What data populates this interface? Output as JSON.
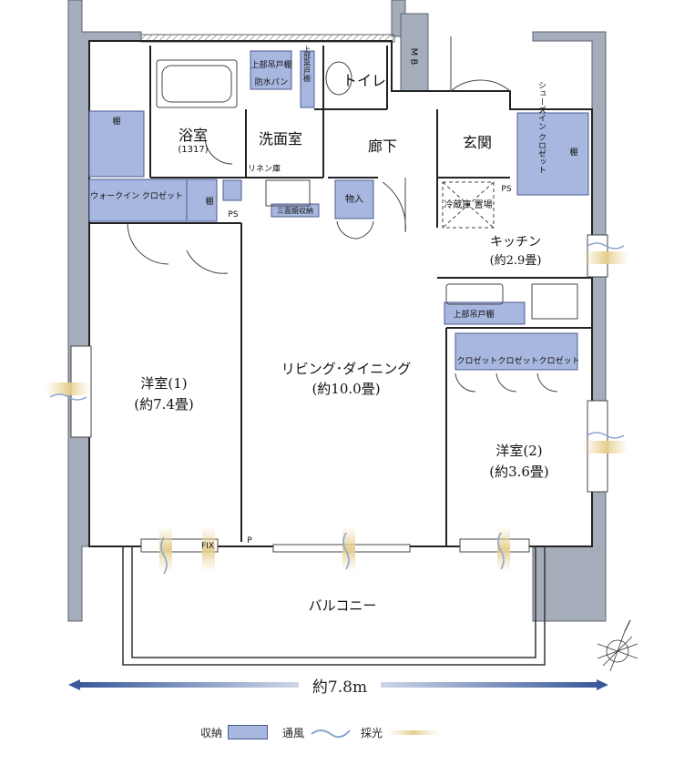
{
  "rooms": {
    "bath": "浴室",
    "bath_size": "(1317)",
    "washroom": "洗面室",
    "toilet": "トイレ",
    "corridor": "廊下",
    "entrance": "玄関",
    "kitchen": "キッチン",
    "kitchen_size": "(約2.9畳)",
    "living": "リビング･ダイニング",
    "living_size": "(約10.0畳)",
    "bedroom1": "洋室(1)",
    "bedroom1_size": "(約7.4畳)",
    "bedroom2": "洋室(2)",
    "bedroom2_size": "(約3.6畳)",
    "balcony": "バルコニー"
  },
  "storage": {
    "upper_cabinet": "上部吊戸棚",
    "waterproof_pan": "防水パン",
    "toilet_shelf": "上部吊戸棚",
    "shelf": "棚",
    "walk_in_closet": "ウォークイン クロゼット",
    "linen": "リネン庫",
    "three_sided_mirror": "三面鏡収納",
    "storage_room": "物入",
    "shoes_in_closet": "シューズイン クロゼット",
    "fridge": "冷蔵庫 置場",
    "kitchen_upper": "上部吊戸棚",
    "closet": "クロゼット"
  },
  "labels": {
    "mb": "M B",
    "ps": "PS",
    "fix": "FIX",
    "p": "P"
  },
  "scale": {
    "width_label": "約7.8m"
  },
  "legend": {
    "storage": "収納",
    "ventilation": "通風",
    "daylight": "採光"
  },
  "colors": {
    "wall_gray": "#a6adba",
    "storage_blue": "#a8b7df",
    "storage_border": "#4c5b92",
    "wind_blue": "#8aa6cf",
    "light_yellow": "#ecd9a6",
    "arrow_dark": "#3a5a9a"
  }
}
